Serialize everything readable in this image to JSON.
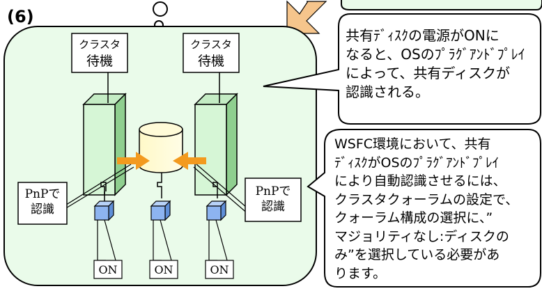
{
  "step_label": "(6)",
  "node_left": {
    "label_line1": "クラスタ",
    "label_line2": "待機"
  },
  "node_right": {
    "label_line1": "クラスタ",
    "label_line2": "待機"
  },
  "pnp_left": {
    "line1": "PnPで",
    "line2": "認識"
  },
  "pnp_right": {
    "line1": "PnPで",
    "line2": "認識"
  },
  "power_labels": [
    "ON",
    "ON",
    "ON"
  ],
  "callout_top": {
    "lines": [
      "共有ﾃﾞｨｽｸの電源がONに",
      "なると、OSのﾌﾟﾗｸﾞｱﾝﾄﾞﾌﾟﾚｲ",
      "によって、共有ディスクが",
      "認識される。"
    ]
  },
  "callout_bottom": {
    "lines": [
      "WSFC環境において、共有",
      "ﾃﾞｨｽｸがOSのﾌﾟﾗｸﾞｱﾝﾄﾞﾌﾟﾚｲ",
      "により自動認識させるには、",
      "クラスタクォーラムの設定で、",
      "クォーラム構成の選択に、”",
      "マジョリティなし:ディスクの",
      "み”を選択している必要があ",
      "ります。"
    ]
  },
  "colors": {
    "panel_fill": "#eafbea",
    "server_fill": "#d6f6d6",
    "server_side": "#9fd79f",
    "disk_fill": "#ffffcc",
    "arrow_orange": "#f39a1e",
    "cube_fill": "#8db4f0"
  }
}
